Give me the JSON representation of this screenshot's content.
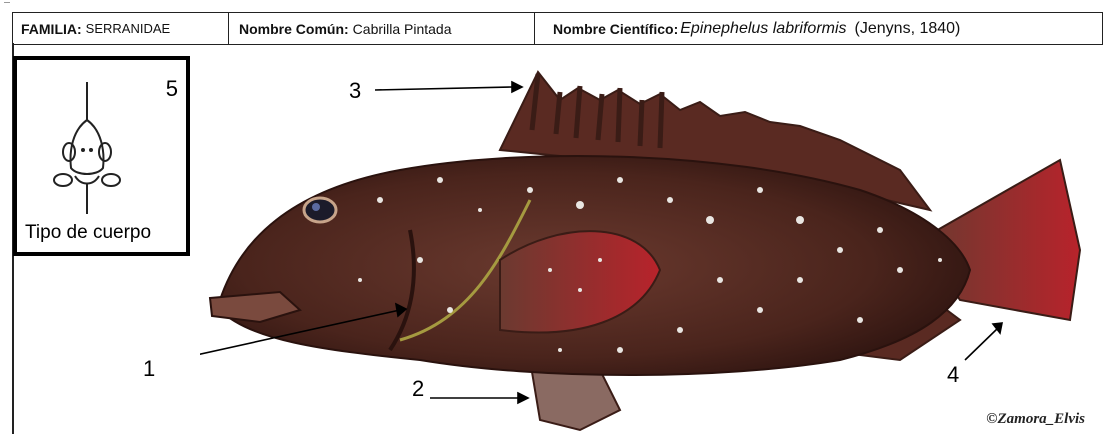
{
  "header": {
    "familia_label": "FAMILIA:",
    "familia_value": "SERRANIDAE",
    "comun_label": "Nombre Común:",
    "comun_value": "Cabrilla Pintada",
    "cientifico_label": "Nombre Científico:",
    "cientifico_value": "Epinephelus labriformis",
    "author": "(Jenyns, 1840)"
  },
  "body_type": {
    "number": "5",
    "caption": "Tipo de cuerpo"
  },
  "callouts": [
    "1",
    "2",
    "3",
    "4"
  ],
  "credit": "©Zamora_Elvis",
  "colors": {
    "fish_body": "#5a2e24",
    "fish_dark": "#3a1c16",
    "fin_red": "#b8232b",
    "spot": "#e9e6e2"
  }
}
